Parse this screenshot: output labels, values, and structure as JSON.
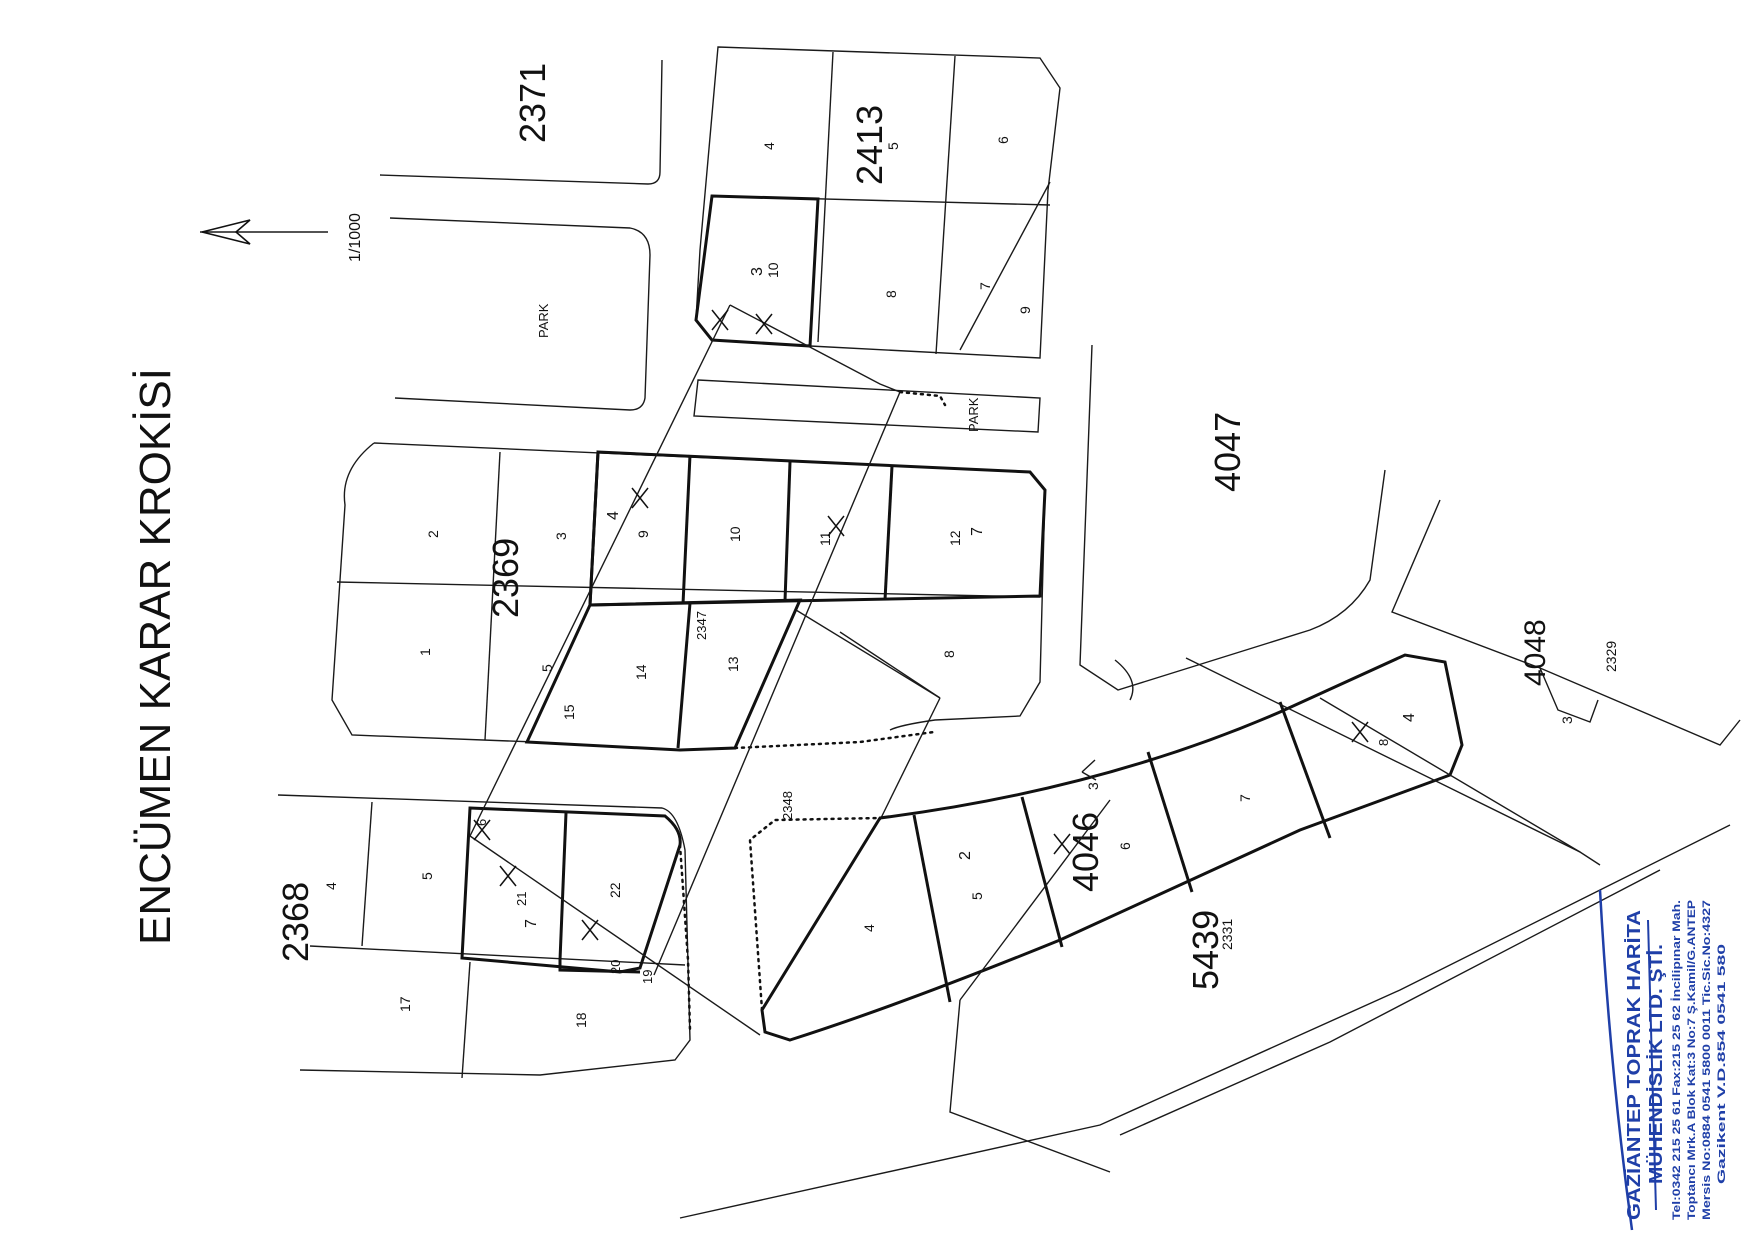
{
  "title": "ENCÜMEN KARAR KROKİSİ",
  "scale": "1/1000",
  "park_labels": [
    "PARK",
    "PARK"
  ],
  "blocks": [
    "2371",
    "2413",
    "2369",
    "2368",
    "4047",
    "4048",
    "4046",
    "5439"
  ],
  "minor_numbers": [
    "2347",
    "2348",
    "2329",
    "2331"
  ],
  "parcels": {
    "b2413": [
      "4",
      "5",
      "6",
      "3",
      "10",
      "8",
      "7",
      "9"
    ],
    "b2369": [
      "2",
      "3",
      "4",
      "9",
      "10",
      "11",
      "12",
      "7",
      "1",
      "5",
      "15",
      "14",
      "13",
      "8"
    ],
    "b2368": [
      "4",
      "5",
      "6",
      "21",
      "7",
      "22",
      "20",
      "19",
      "17",
      "18"
    ],
    "b4046": [
      "4",
      "5",
      "2",
      "3",
      "6",
      "7",
      "8",
      "4"
    ],
    "b4048": [
      "3"
    ]
  },
  "stamp": {
    "line1": "GAZİANTEP TOPRAK HARİTA",
    "line2": "MÜHENDİSLİK LTD. ŞTİ.",
    "line3": "Tel:0342 215 25 61 Fax:215 25 62 İncilipınar Mah.",
    "line4": "Toptancı Mrk.A Blok Kat:3 No:7 Ş.Kamil/G.ANTEP",
    "line5": "Mersis No:0884 0541 5800 0011 Tic.Sic.No:4327",
    "line6": "Gazikent V.D.854 0541 580"
  },
  "colors": {
    "ink": "#111111",
    "stamp": "#1f3fa8"
  }
}
